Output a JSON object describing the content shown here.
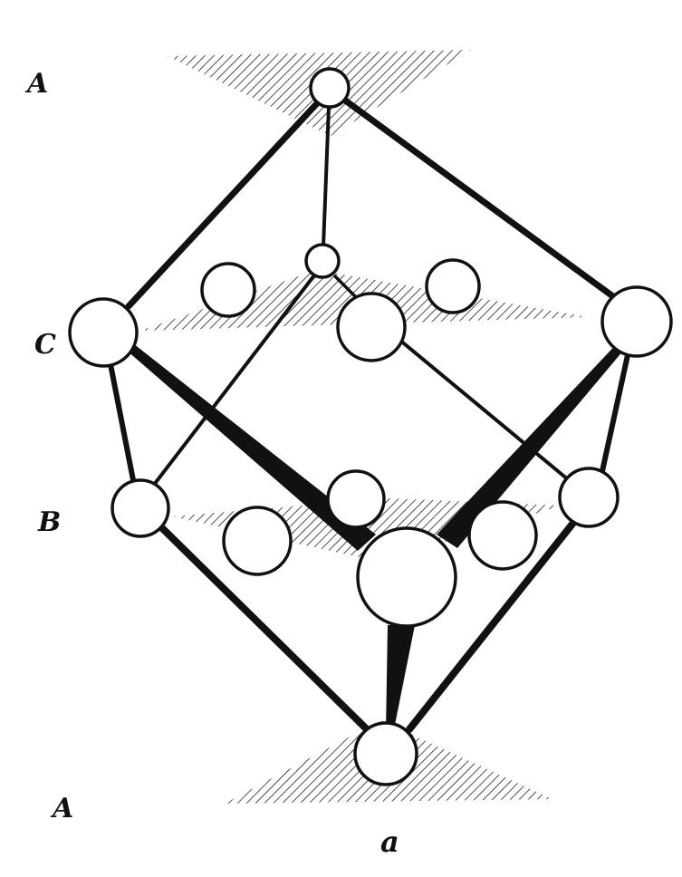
{
  "layers": {
    "top": "A",
    "upper_middle": "C",
    "lower_middle": "B",
    "bottom": "A"
  },
  "caption": "a"
}
